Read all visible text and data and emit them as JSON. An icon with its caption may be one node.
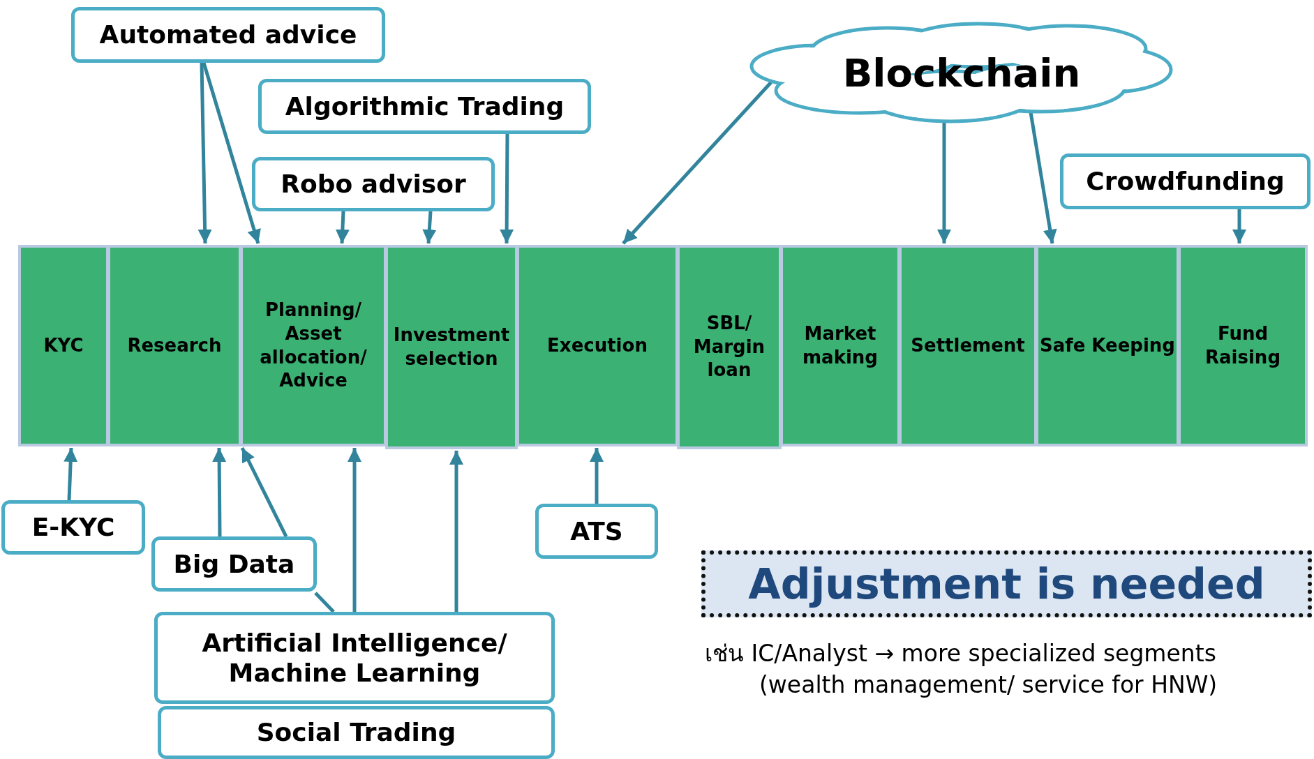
{
  "diagram": {
    "nodes": [
      {
        "text": [
          "Automated advice"
        ]
      },
      {
        "text": [
          "Algorithmic Trading"
        ]
      },
      {
        "text": [
          "Blockchain"
        ]
      },
      {
        "text": [
          "Robo advisor"
        ]
      },
      {
        "text": [
          "Crowdfunding"
        ]
      },
      {
        "text": [
          "KYC"
        ]
      },
      {
        "text": [
          "Research"
        ]
      },
      {
        "text": [
          "Planning/ Asset allocation/ Advice"
        ]
      },
      {
        "text": [
          "Investment selection"
        ]
      },
      {
        "text": [
          "Execution"
        ]
      },
      {
        "text": [
          "SBL/ Margin loan"
        ]
      },
      {
        "text": [
          "Market making"
        ]
      },
      {
        "text": [
          "Settlement"
        ]
      },
      {
        "text": [
          "Safe Keeping"
        ]
      },
      {
        "text": [
          "Fund Raising"
        ]
      },
      {
        "text": [
          "E-KYC"
        ]
      },
      {
        "text": [
          "ATS"
        ]
      },
      {
        "text": [
          "Big Data"
        ]
      },
      {
        "text": [
          "Adjustment is needed"
        ]
      },
      {
        "text": [
          "Artificial Intelligence/ Machine Learning"
        ]
      },
      {
        "text": [
          "Social Trading"
        ]
      }
    ],
    "edges": [
      {
        "from": 0,
        "to": 6,
        "arrow": "to"
      },
      {
        "from": 0,
        "to": 7,
        "arrow": "to"
      },
      {
        "from": 3,
        "to": 7,
        "arrow": "to"
      },
      {
        "from": 3,
        "to": 8,
        "arrow": "to"
      },
      {
        "from": 1,
        "to": 8,
        "arrow": "to"
      },
      {
        "from": 2,
        "to": 9,
        "arrow": "to"
      },
      {
        "from": 2,
        "to": 12,
        "arrow": "to"
      },
      {
        "from": 2,
        "to": 13,
        "arrow": "to"
      },
      {
        "from": 4,
        "to": 14,
        "arrow": "to"
      },
      {
        "from": 15,
        "to": 5,
        "arrow": "to"
      },
      {
        "from": 17,
        "to": 6,
        "arrow": "to"
      },
      {
        "from": 17,
        "to": 7,
        "arrow": "to"
      },
      {
        "from": 19,
        "to": 17,
        "arrow": "none"
      },
      {
        "from": 19,
        "to": 7,
        "arrow": "to"
      },
      {
        "from": 19,
        "to": 8,
        "arrow": "to"
      },
      {
        "from": 16,
        "to": 9,
        "arrow": "to"
      }
    ],
    "labels": [
      "เช่น IC/Analyst → more specialized segments (wealth management/ service for HNW)"
    ]
  }
}
